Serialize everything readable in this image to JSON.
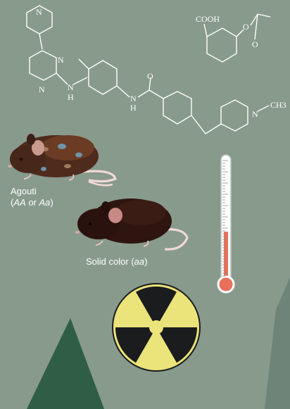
{
  "molecules": {
    "imatinib": {
      "atoms": [
        "N",
        "N",
        "N",
        "N",
        "H",
        "N",
        "H",
        "O",
        "N",
        "CH3"
      ]
    },
    "aspirin": {
      "atoms": [
        "COOH",
        "O",
        "O"
      ]
    }
  },
  "mice": [
    {
      "genotype_label_1": "Agouti",
      "genotype_label_2a": "AA",
      "genotype_label_2b": "or",
      "genotype_label_2c": "Aa"
    },
    {
      "label_a": "Solid color",
      "label_b": "aa"
    }
  ],
  "thermometer": {
    "fill_fraction": 0.4,
    "liquid_color": "#e8705a"
  },
  "radiation_symbol": {
    "blade_color": "#1a1c1e",
    "background_color": "#ebe47a"
  },
  "colors": {
    "background": "#889a8c",
    "tree_dark": "#2f5e45",
    "tree_light": "#6e8478"
  }
}
